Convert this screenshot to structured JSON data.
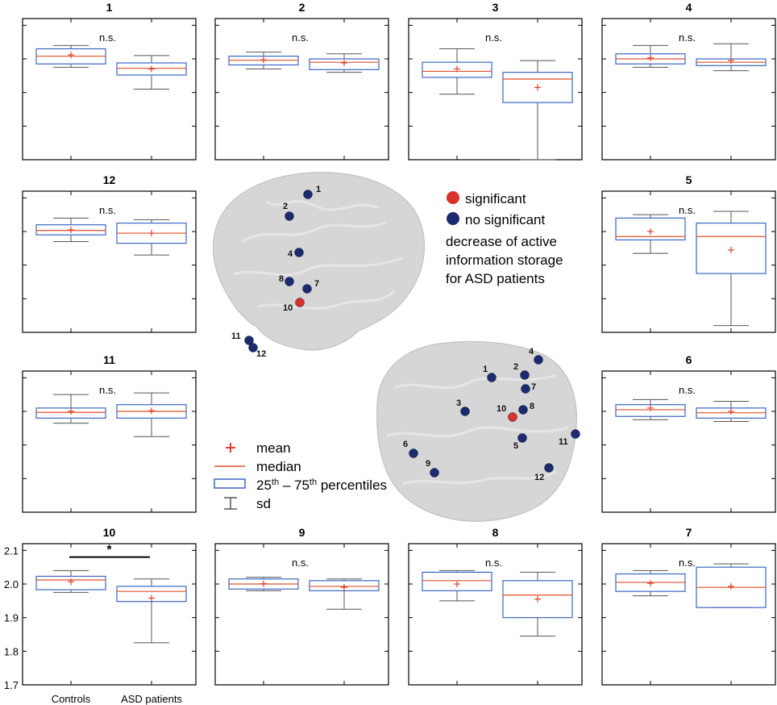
{
  "colors": {
    "frame": "#000000",
    "box": "#3b66c4",
    "median": "#e0502a",
    "mean": "#e0402a",
    "whisker": "#555555",
    "significant": "#d8302a",
    "not_significant": "#1c2a6e",
    "brain": "#c8c8c8"
  },
  "shared_axis": {
    "ylim": [
      1.7,
      2.12
    ],
    "ticks": [
      "1.7",
      "1.8",
      "1.9",
      "2.0",
      "2.1"
    ],
    "categories": [
      "Controls",
      "ASD patients"
    ]
  },
  "chart_data": [
    {
      "type": "box",
      "title": "1",
      "annotation": "n.s.",
      "categories": [
        "Controls",
        "ASD patients"
      ],
      "ylim": [
        1.7,
        2.12
      ],
      "series": [
        {
          "sd": [
            1.975,
            2.04
          ],
          "q1": 1.985,
          "q3": 2.03,
          "median": 2.008,
          "mean": 2.012
        },
        {
          "sd": [
            1.91,
            2.01
          ],
          "q1": 1.952,
          "q3": 1.988,
          "median": 1.972,
          "mean": 1.97
        }
      ]
    },
    {
      "type": "box",
      "title": "2",
      "annotation": "n.s.",
      "categories": [
        "Controls",
        "ASD patients"
      ],
      "ylim": [
        1.7,
        2.12
      ],
      "series": [
        {
          "sd": [
            1.97,
            2.02
          ],
          "q1": 1.982,
          "q3": 2.008,
          "median": 1.996,
          "mean": 1.997
        },
        {
          "sd": [
            1.96,
            2.015
          ],
          "q1": 1.968,
          "q3": 2.0,
          "median": 1.99,
          "mean": 1.988
        }
      ]
    },
    {
      "type": "box",
      "title": "3",
      "annotation": "n.s.",
      "categories": [
        "Controls",
        "ASD patients"
      ],
      "ylim": [
        1.7,
        2.12
      ],
      "series": [
        {
          "sd": [
            1.895,
            2.03
          ],
          "q1": 1.945,
          "q3": 1.99,
          "median": 1.963,
          "mean": 1.97
        },
        {
          "sd": [
            1.7,
            1.995
          ],
          "q1": 1.87,
          "q3": 1.96,
          "median": 1.94,
          "mean": 1.915
        }
      ]
    },
    {
      "type": "box",
      "title": "4",
      "annotation": "n.s.",
      "categories": [
        "Controls",
        "ASD patients"
      ],
      "ylim": [
        1.7,
        2.12
      ],
      "series": [
        {
          "sd": [
            1.975,
            2.04
          ],
          "q1": 1.985,
          "q3": 2.015,
          "median": 2.0,
          "mean": 2.003
        },
        {
          "sd": [
            1.965,
            2.045
          ],
          "q1": 1.98,
          "q3": 2.0,
          "median": 1.99,
          "mean": 1.995
        }
      ]
    },
    {
      "type": "box",
      "title": "12",
      "annotation": "n.s.",
      "categories": [
        "Controls",
        "ASD patients"
      ],
      "ylim": [
        1.7,
        2.12
      ],
      "series": [
        {
          "sd": [
            1.97,
            2.04
          ],
          "q1": 1.99,
          "q3": 2.02,
          "median": 2.003,
          "mean": 2.005
        },
        {
          "sd": [
            1.93,
            2.035
          ],
          "q1": 1.965,
          "q3": 2.025,
          "median": 1.995,
          "mean": 1.995
        }
      ]
    },
    {
      "type": "box",
      "title": "5",
      "annotation": "n.s.",
      "categories": [
        "Controls",
        "ASD patients"
      ],
      "ylim": [
        1.7,
        2.12
      ],
      "series": [
        {
          "sd": [
            1.935,
            2.05
          ],
          "q1": 1.975,
          "q3": 2.04,
          "median": 1.985,
          "mean": 2.0
        },
        {
          "sd": [
            1.72,
            2.06
          ],
          "q1": 1.875,
          "q3": 2.025,
          "median": 1.985,
          "mean": 1.945
        }
      ]
    },
    {
      "type": "box",
      "title": "11",
      "annotation": "n.s.",
      "categories": [
        "Controls",
        "ASD patients"
      ],
      "ylim": [
        1.7,
        2.12
      ],
      "series": [
        {
          "sd": [
            1.965,
            2.05
          ],
          "q1": 1.98,
          "q3": 2.01,
          "median": 1.997,
          "mean": 2.0
        },
        {
          "sd": [
            1.925,
            2.055
          ],
          "q1": 1.98,
          "q3": 2.02,
          "median": 2.0,
          "mean": 2.002
        }
      ]
    },
    {
      "type": "box",
      "title": "6",
      "annotation": "n.s.",
      "categories": [
        "Controls",
        "ASD patients"
      ],
      "ylim": [
        1.7,
        2.12
      ],
      "series": [
        {
          "sd": [
            1.975,
            2.035
          ],
          "q1": 1.985,
          "q3": 2.02,
          "median": 2.005,
          "mean": 2.01
        },
        {
          "sd": [
            1.97,
            2.03
          ],
          "q1": 1.98,
          "q3": 2.01,
          "median": 1.996,
          "mean": 2.0
        }
      ]
    },
    {
      "type": "box",
      "title": "10",
      "annotation": "*",
      "categories": [
        "Controls",
        "ASD patients"
      ],
      "ylim": [
        1.7,
        2.12
      ],
      "series": [
        {
          "sd": [
            1.975,
            2.04
          ],
          "q1": 1.983,
          "q3": 2.023,
          "median": 2.012,
          "mean": 2.007
        },
        {
          "sd": [
            1.825,
            2.015
          ],
          "q1": 1.948,
          "q3": 1.993,
          "median": 1.978,
          "mean": 1.958
        }
      ]
    },
    {
      "type": "box",
      "title": "9",
      "annotation": "n.s.",
      "categories": [
        "Controls",
        "ASD patients"
      ],
      "ylim": [
        1.7,
        2.12
      ],
      "series": [
        {
          "sd": [
            1.98,
            2.02
          ],
          "q1": 1.985,
          "q3": 2.015,
          "median": 2.0,
          "mean": 2.001
        },
        {
          "sd": [
            1.925,
            2.015
          ],
          "q1": 1.98,
          "q3": 2.01,
          "median": 1.993,
          "mean": 1.99
        }
      ]
    },
    {
      "type": "box",
      "title": "8",
      "annotation": "n.s.",
      "categories": [
        "Controls",
        "ASD patients"
      ],
      "ylim": [
        1.7,
        2.12
      ],
      "series": [
        {
          "sd": [
            1.95,
            2.04
          ],
          "q1": 1.98,
          "q3": 2.035,
          "median": 2.01,
          "mean": 2.0
        },
        {
          "sd": [
            1.845,
            2.035
          ],
          "q1": 1.9,
          "q3": 2.01,
          "median": 1.967,
          "mean": 1.955
        }
      ]
    },
    {
      "type": "box",
      "title": "7",
      "annotation": "n.s.",
      "categories": [
        "Controls",
        "ASD patients"
      ],
      "ylim": [
        1.7,
        2.12
      ],
      "series": [
        {
          "sd": [
            1.965,
            2.04
          ],
          "q1": 1.978,
          "q3": 2.03,
          "median": 2.005,
          "mean": 2.002
        },
        {
          "sd": [
            1.93,
            2.06
          ],
          "q1": 1.93,
          "q3": 2.05,
          "median": 1.99,
          "mean": 1.993
        }
      ]
    }
  ],
  "legend_top": {
    "significant": "significant",
    "not_significant": "no significant",
    "description": [
      "decrease of active",
      "information storage",
      "for ASD patients"
    ]
  },
  "legend_bottom": {
    "mean": "mean",
    "median": "median",
    "percentiles_pre": "25",
    "percentiles_sup1": "th",
    "percentiles_mid": " – 75",
    "percentiles_sup2": "th",
    "percentiles_post": " percentiles",
    "sd": "sd"
  },
  "brain_top_labels": [
    "1",
    "2",
    "4",
    "8",
    "7",
    "10",
    "11",
    "12"
  ],
  "brain_bottom_labels": [
    "4",
    "1",
    "2",
    "7",
    "3",
    "10",
    "8",
    "11",
    "5",
    "6",
    "9",
    "12"
  ]
}
